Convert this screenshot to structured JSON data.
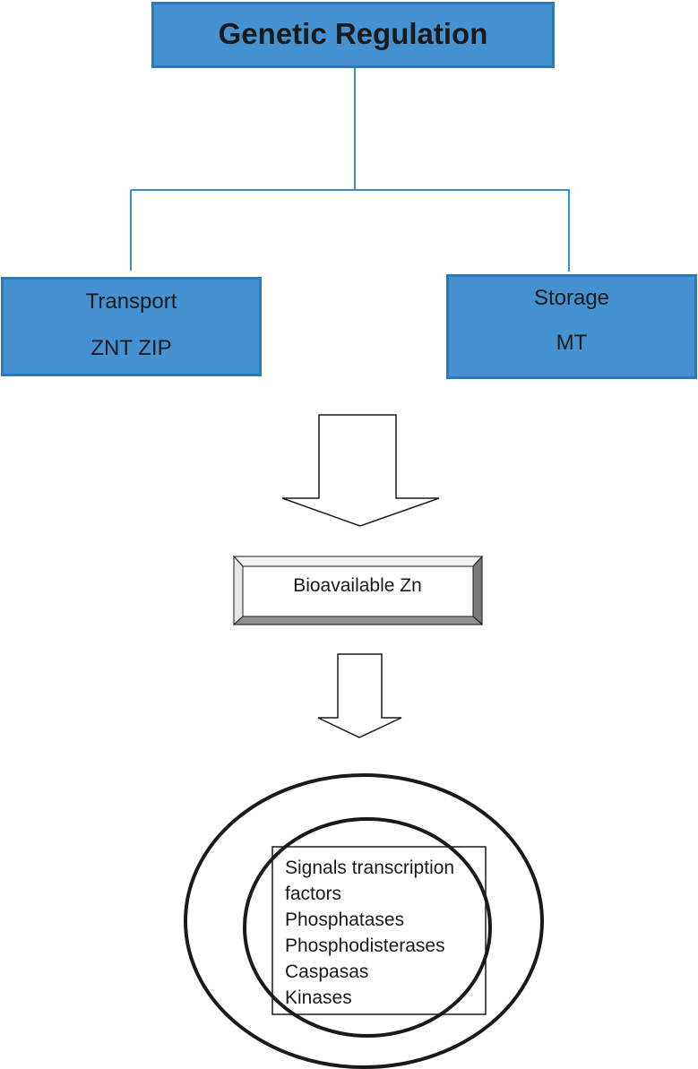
{
  "title": "Genetic Regulation",
  "transport": {
    "label": "Transport",
    "members": "ZNT  ZIP"
  },
  "storage": {
    "label": "Storage",
    "members": "MT"
  },
  "bioavailable": {
    "label": "Bioavailable Zn"
  },
  "targets": {
    "items": [
      "Signals transcription",
      "factors",
      "Phosphatases",
      "Phosphodisterases",
      "Caspasas",
      "Kinases"
    ]
  },
  "colors": {
    "box_fill": "#4592d2",
    "box_border": "#2e78b8",
    "connector": "#3a8fd0",
    "stroke": "#1a1a1a"
  }
}
